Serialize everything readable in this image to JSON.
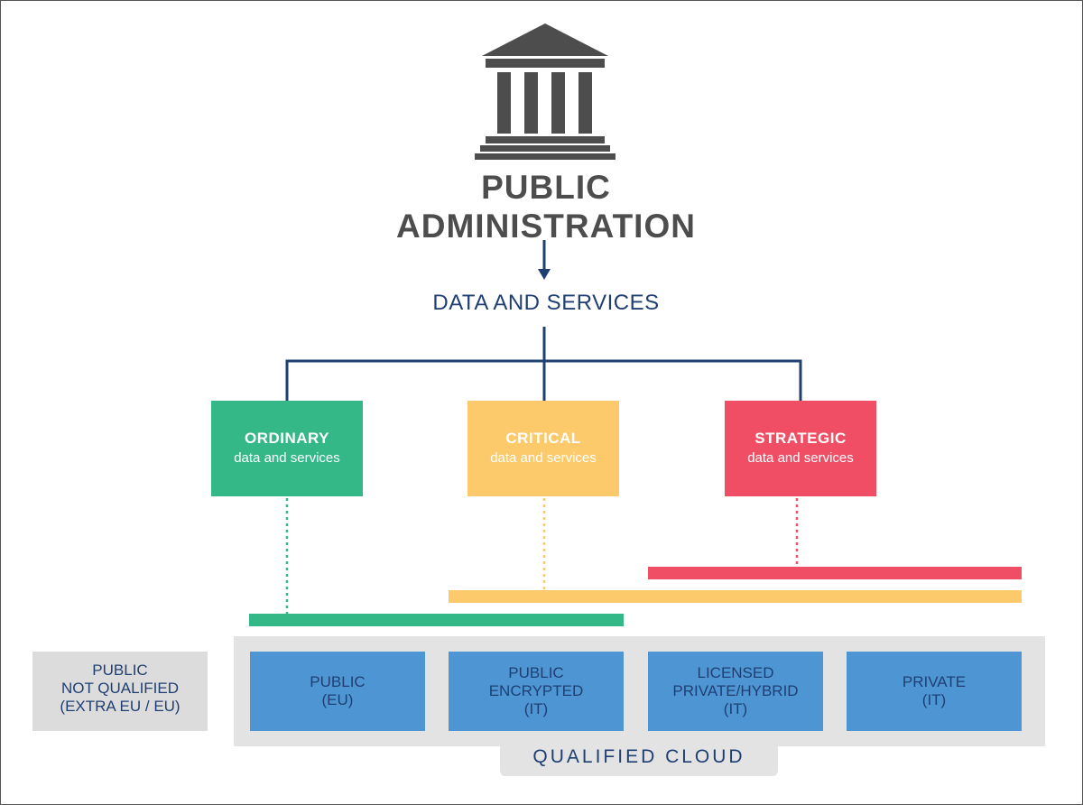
{
  "header": {
    "icon": "building-columns-icon",
    "title_line1": "PUBLIC",
    "title_line2": "ADMINISTRATION",
    "subtitle": "DATA AND SERVICES"
  },
  "categories": [
    {
      "title": "ORDINARY",
      "subtitle": "data and services",
      "color": "#35b888"
    },
    {
      "title": "CRITICAL",
      "subtitle": "data and services",
      "color": "#fcca6b"
    },
    {
      "title": "STRATEGIC",
      "subtitle": "data and services",
      "color": "#ef4e64"
    }
  ],
  "public_not_qualified": {
    "line1": "PUBLIC",
    "line2": "NOT QUALIFIED",
    "line3": "(EXTRA EU / EU)"
  },
  "qualified_cloud": {
    "label": "QUALIFIED CLOUD",
    "boxes": [
      {
        "line1": "PUBLIC",
        "line2": "(EU)"
      },
      {
        "line1": "PUBLIC",
        "line2": "ENCRYPTED",
        "line3": "(IT)"
      },
      {
        "line1": "LICENSED",
        "line2": "PRIVATE/HYBRID",
        "line3": "(IT)"
      },
      {
        "line1": "PRIVATE",
        "line2": "(IT)"
      }
    ]
  },
  "colors": {
    "title_gray": "#4d4d4d",
    "navy": "#1f3f73",
    "cloud_blue": "#4d96d3",
    "panel_gray": "#e3e3e3"
  }
}
